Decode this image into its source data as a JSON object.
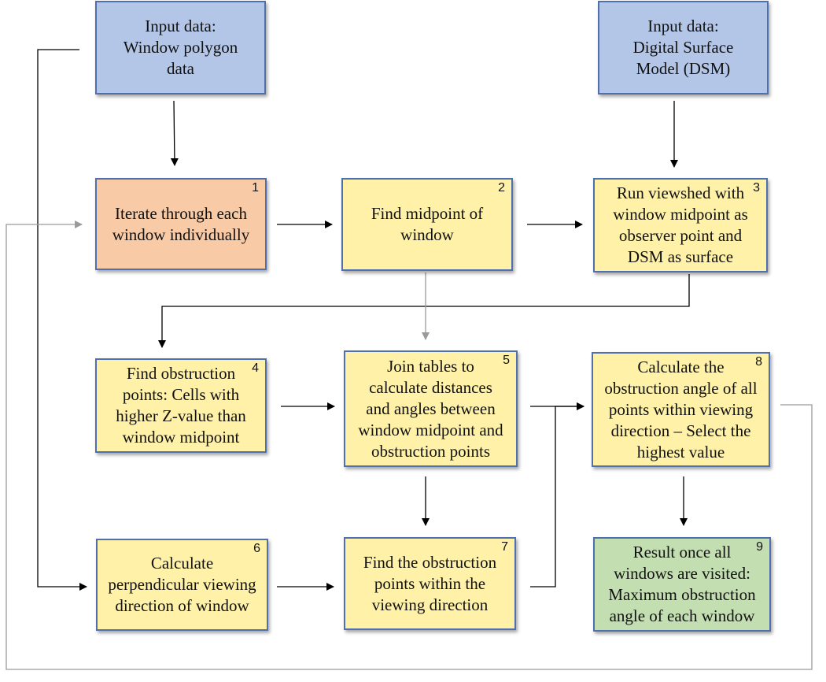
{
  "colors": {
    "input_fill": "#b4c6e7",
    "start_fill": "#f8cba6",
    "step_fill": "#fff2a8",
    "result_fill": "#c3deb1",
    "border": "#4f6fad",
    "arrow": "#000000",
    "feedback_line": "#9a9a9a"
  },
  "inputs": {
    "window": "Input data:\nWindow polygon\ndata",
    "dsm": "Input data:\nDigital Surface\nModel (DSM)"
  },
  "steps": [
    {
      "num": "1",
      "text": "Iterate through each\nwindow individually"
    },
    {
      "num": "2",
      "text": "Find midpoint of\nwindow"
    },
    {
      "num": "3",
      "text": "Run viewshed with\nwindow midpoint as\nobserver point and\nDSM as surface"
    },
    {
      "num": "4",
      "text": "Find obstruction\npoints: Cells with\nhigher Z-value than\nwindow midpoint"
    },
    {
      "num": "5",
      "text": "Join tables to\ncalculate distances\nand angles between\nwindow midpoint and\nobstruction points"
    },
    {
      "num": "6",
      "text": "Calculate\nperpendicular viewing\ndirection of window"
    },
    {
      "num": "7",
      "text": "Find the obstruction\npoints within the\nviewing direction"
    },
    {
      "num": "8",
      "text": "Calculate the\nobstruction angle of all\npoints within viewing\ndirection – Select the\nhighest value"
    },
    {
      "num": "9",
      "text": "Result once all\nwindows are visited:\nMaximum obstruction\nangle of each window"
    }
  ]
}
